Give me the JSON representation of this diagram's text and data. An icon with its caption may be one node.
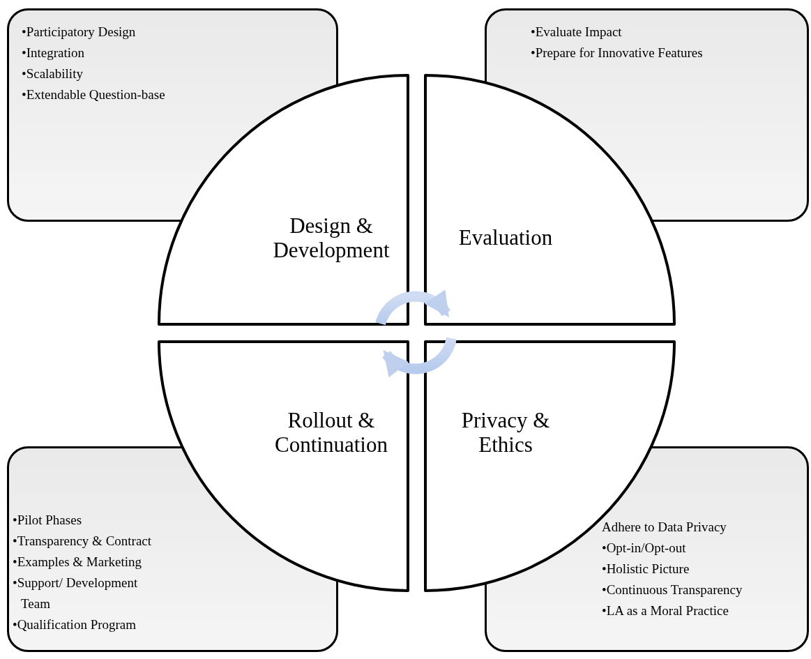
{
  "diagram": {
    "nodes": [
      {
        "text": [
          "•Participatory Design",
          "•Integration",
          "•Scalability",
          "•Extendable Question-base"
        ]
      },
      {
        "text": [
          "•Evaluate Impact",
          "•Prepare for Innovative Features"
        ]
      },
      {
        "text": [
          "Design & Development"
        ]
      },
      {
        "text": [
          "Evaluation"
        ]
      },
      {
        "text": [
          "Rollout & Continuation"
        ]
      },
      {
        "text": [
          "Privacy & Ethics"
        ]
      },
      {
        "text": [
          "•Pilot Phases",
          "•Transparency & Contract",
          "•Examples & Marketing",
          "•Support/ Development Team",
          "•Qualification Program"
        ]
      },
      {
        "text": [
          "Adhere to Data Privacy",
          "•Opt-in/Opt-out",
          "•Holistic Picture",
          "•Continuous Transparency",
          "•LA as a Moral Practice"
        ]
      }
    ],
    "edges": [
      {
        "from": 2,
        "to": 3,
        "arrow": "to"
      },
      {
        "from": 5,
        "to": 4,
        "arrow": "to"
      }
    ]
  }
}
